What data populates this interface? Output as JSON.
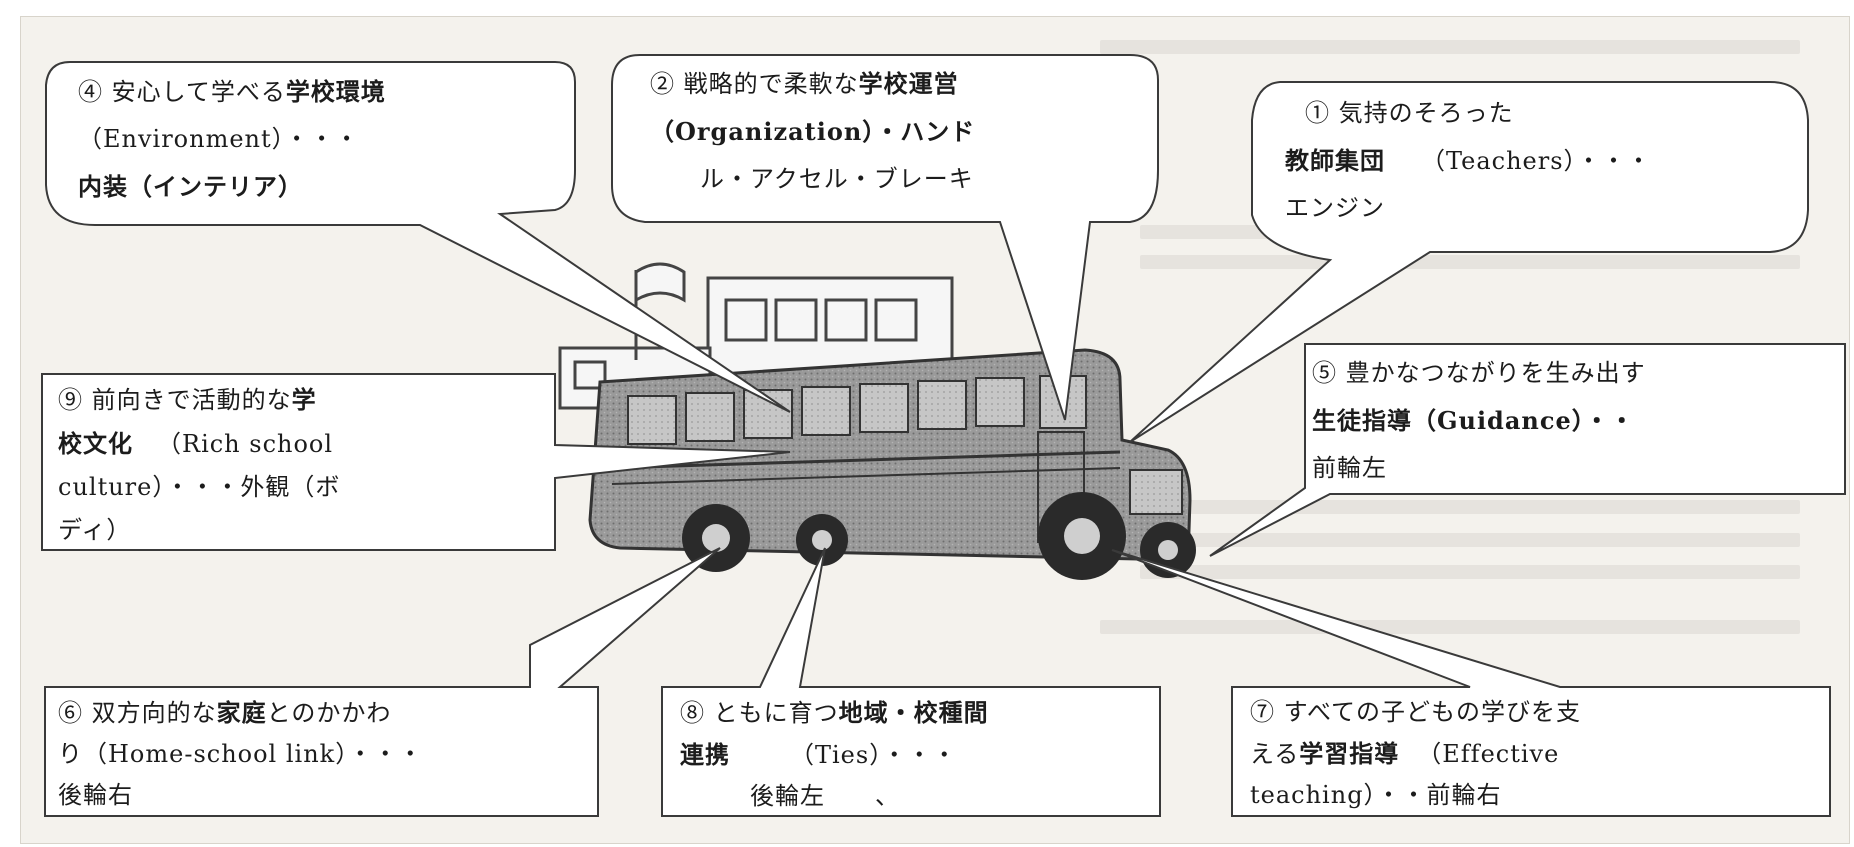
{
  "callouts": {
    "c4": {
      "l1a": "④ 安心して学べる",
      "l1b": "学校環境",
      "l2": "（Environment）・・・",
      "l3": "内装（インテリア）"
    },
    "c2": {
      "l1a": "② 戦略的で柔軟な",
      "l1b": "学校運営",
      "l2": "（Organization）・ハンド",
      "l3": "ル・アクセル・ブレーキ"
    },
    "c1": {
      "l1": "① 気持のそろった",
      "l2a": "教師集団",
      "l2b": "（Teachers）・・・",
      "l3": "エンジン"
    },
    "c5": {
      "l1": "⑤ 豊かなつながりを生み出す",
      "l2a": "生徒指導",
      "l2b": "（Guidance）・・",
      "l3": "前輪左"
    },
    "c9": {
      "l1a": "⑨ 前向きで活動的な",
      "l1b": "学",
      "l2a": "校文化",
      "l2b": "（Rich school",
      "l3": "culture）・・・外観（ボ",
      "l4": "ディ）"
    },
    "c6": {
      "l1a": "⑥ 双方向的な",
      "l1b": "家庭",
      "l1c": "とのかかわ",
      "l2": "り（Home-school link）・・・",
      "l3": "後輪右"
    },
    "c8": {
      "l1a": "⑧ ともに育つ",
      "l1b": "地域・校種間",
      "l2a": "連携",
      "l2b": "（Ties）・・・",
      "l3": "後輪左　　、"
    },
    "c7": {
      "l1": "⑦ すべての子どもの学びを支",
      "l2a": "える",
      "l2b": "学習指導",
      "l2c": "（Effective",
      "l3": "teaching）・・前輪右"
    }
  },
  "illustration": {
    "bus_icon": "school-bus-icon",
    "school_icon": "school-building-icon",
    "flag_icon": "flag-icon"
  },
  "colors": {
    "ink": "#1c1c1c",
    "paper": "#f4f2ed",
    "bus": "#8a8a8a"
  }
}
